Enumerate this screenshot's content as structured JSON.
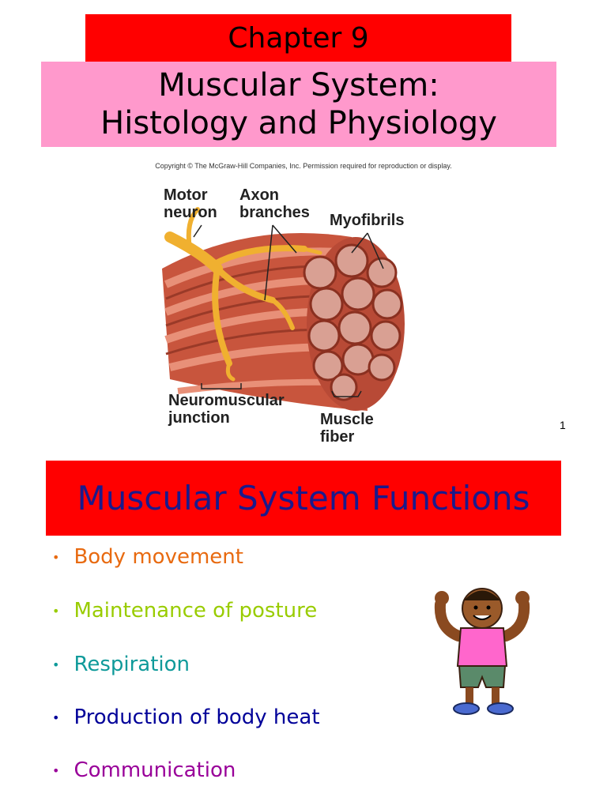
{
  "slide1": {
    "chapter": "Chapter 9",
    "title_line1": "Muscular System:",
    "title_line2": "Histology and Physiology",
    "copyright": "Copyright © The McGraw-Hill Companies, Inc. Permission required for reproduction or display.",
    "figure_labels": {
      "motor_neuron_1": "Motor",
      "motor_neuron_2": "neuron",
      "axon_branches_1": "Axon",
      "axon_branches_2": "branches",
      "myofibrils": "Myofibrils",
      "nmj_1": "Neuromuscular",
      "nmj_2": "junction",
      "muscle_fiber_1": "Muscle",
      "muscle_fiber_2": "fiber"
    },
    "page_number": "1"
  },
  "slide2": {
    "title": "Muscular System Functions",
    "bullets": [
      {
        "text": "Body movement",
        "color": "#e86a10"
      },
      {
        "text": "Maintenance of posture",
        "color": "#99cc00"
      },
      {
        "text": "Respiration",
        "color": "#0f9a9a"
      },
      {
        "text": "Production of body heat",
        "color": "#000099"
      },
      {
        "text": "Communication",
        "color": "#990099"
      }
    ]
  },
  "colors": {
    "red_bar": "#ff0000",
    "pink_box": "#ff99cc",
    "functions_title": "#1a1a8c"
  }
}
